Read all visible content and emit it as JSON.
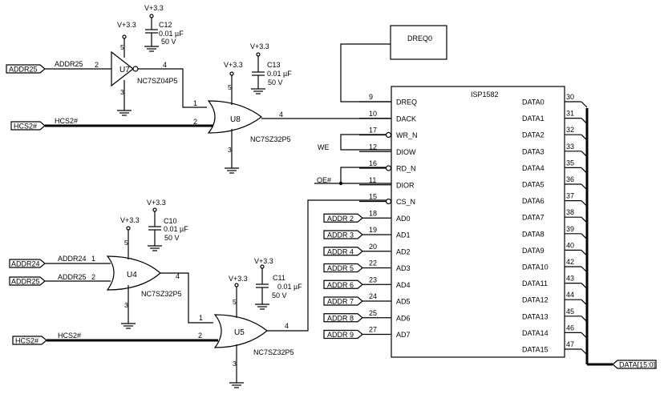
{
  "nets": {
    "addr25": "ADDR25",
    "addr24": "ADDR24",
    "hcs2": "HCS2#",
    "we": "WE",
    "oe": "OE#",
    "data_bus": "DATA[15:0]",
    "vcc": "V+3.3"
  },
  "gates": {
    "u7": {
      "ref": "U7",
      "part": "NC7SZ04P5",
      "pin_in": "2",
      "pin_out": "4",
      "pin_vcc": "5",
      "pin_gnd": "3"
    },
    "u8": {
      "ref": "U8",
      "part": "NC7SZ32P5",
      "pin_a": "1",
      "pin_b": "2",
      "pin_out": "4",
      "pin_vcc": "5",
      "pin_gnd": "3"
    },
    "u4": {
      "ref": "U4",
      "part": "NC7SZ32P5",
      "pin_a": "1",
      "pin_b": "2",
      "pin_out": "4",
      "pin_vcc": "5",
      "pin_gnd": "3"
    },
    "u5": {
      "ref": "U5",
      "part": "NC7SZ32P5",
      "pin_a": "1",
      "pin_b": "2",
      "pin_out": "4",
      "pin_vcc": "5",
      "pin_gnd": "3"
    }
  },
  "caps": [
    {
      "ref": "C12",
      "value": "0.01 µF",
      "voltage": "50 V"
    },
    {
      "ref": "C13",
      "value": "0.01 µF",
      "voltage": "50 V"
    },
    {
      "ref": "C10",
      "value": "0.01 µF",
      "voltage": "50 V"
    },
    {
      "ref": "C11",
      "value": "0.01 µF",
      "voltage": "50 V"
    }
  ],
  "dreq_box": "DREQ0",
  "chip": {
    "name": "ISP1582",
    "left_pins": [
      {
        "num": "9",
        "name": "DREQ"
      },
      {
        "num": "10",
        "name": "DACK"
      },
      {
        "num": "17",
        "name": "WR_N"
      },
      {
        "num": "12",
        "name": "DIOW"
      },
      {
        "num": "16",
        "name": "RD_N"
      },
      {
        "num": "11",
        "name": "DIOR"
      },
      {
        "num": "15",
        "name": "CS_N"
      },
      {
        "num": "18",
        "name": "AD0"
      },
      {
        "num": "19",
        "name": "AD1"
      },
      {
        "num": "20",
        "name": "AD2"
      },
      {
        "num": "22",
        "name": "AD3"
      },
      {
        "num": "23",
        "name": "AD4"
      },
      {
        "num": "24",
        "name": "AD5"
      },
      {
        "num": "25",
        "name": "AD6"
      },
      {
        "num": "27",
        "name": "AD7"
      }
    ],
    "right_pins": [
      {
        "num": "30",
        "name": "DATA0"
      },
      {
        "num": "31",
        "name": "DATA1"
      },
      {
        "num": "32",
        "name": "DATA2"
      },
      {
        "num": "33",
        "name": "DATA3"
      },
      {
        "num": "35",
        "name": "DATA4"
      },
      {
        "num": "36",
        "name": "DATA5"
      },
      {
        "num": "37",
        "name": "DATA6"
      },
      {
        "num": "38",
        "name": "DATA7"
      },
      {
        "num": "39",
        "name": "DATA8"
      },
      {
        "num": "40",
        "name": "DATA9"
      },
      {
        "num": "42",
        "name": "DATA10"
      },
      {
        "num": "43",
        "name": "DATA11"
      },
      {
        "num": "44",
        "name": "DATA12"
      },
      {
        "num": "45",
        "name": "DATA13"
      },
      {
        "num": "46",
        "name": "DATA14"
      },
      {
        "num": "47",
        "name": "DATA15"
      }
    ]
  },
  "addr_ports": [
    "ADDR 2",
    "ADDR 3",
    "ADDR 4",
    "ADDR 5",
    "ADDR 6",
    "ADDR 7",
    "ADDR 8",
    "ADDR 9"
  ]
}
